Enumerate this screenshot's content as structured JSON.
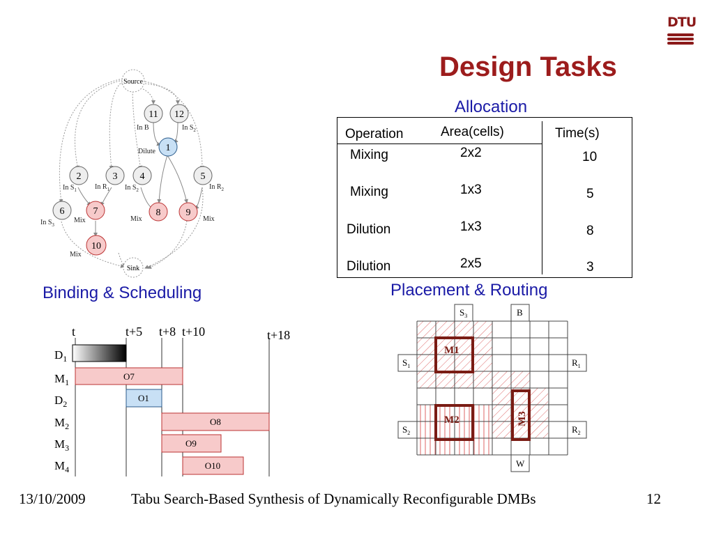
{
  "slide": {
    "title": "Design Tasks",
    "logo_text": "DTU"
  },
  "graph": {
    "nodes": [
      {
        "id": "Source",
        "label": "Source",
        "kind": "io"
      },
      {
        "id": "11",
        "label": "11",
        "kind": "input"
      },
      {
        "id": "12",
        "label": "12",
        "kind": "input"
      },
      {
        "id": "1",
        "label": "1",
        "kind": "dilute"
      },
      {
        "id": "2",
        "label": "2",
        "kind": "input"
      },
      {
        "id": "3",
        "label": "3",
        "kind": "input"
      },
      {
        "id": "4",
        "label": "4",
        "kind": "input"
      },
      {
        "id": "5",
        "label": "5",
        "kind": "input"
      },
      {
        "id": "6",
        "label": "6",
        "kind": "input"
      },
      {
        "id": "7",
        "label": "7",
        "kind": "mix"
      },
      {
        "id": "8",
        "label": "8",
        "kind": "mix"
      },
      {
        "id": "9",
        "label": "9",
        "kind": "mix"
      },
      {
        "id": "10",
        "label": "10",
        "kind": "mix"
      },
      {
        "id": "Sink",
        "label": "Sink",
        "kind": "io"
      }
    ],
    "labels": {
      "in_b": "In B",
      "in_s2_top": "In S",
      "in_s2_top_sub": "2",
      "dilute": "Dilute",
      "in_s1": "In S",
      "in_s1_sub": "1",
      "in_r1": "In R",
      "in_r1_sub": "1",
      "in_s2": "In S",
      "in_s2_sub": "2",
      "in_r2": "In R",
      "in_r2_sub": "2",
      "in_s3": "In S",
      "in_s3_sub": "3",
      "mix7": "Mix",
      "mix8": "Mix",
      "mix9": "Mix",
      "mix10": "Mix"
    }
  },
  "allocation": {
    "title": "Allocation",
    "headers": [
      "Operation",
      "Area(cells)",
      "Time(s)"
    ],
    "rows": [
      {
        "operation": "Mixing",
        "area": "2x2",
        "time": "10"
      },
      {
        "operation": "Mixing",
        "area": "1x3",
        "time": "5"
      },
      {
        "operation": "Dilution",
        "area": "1x3",
        "time": "8"
      },
      {
        "operation": "Dilution",
        "area": "2x5",
        "time": "3"
      }
    ]
  },
  "binding": {
    "title": "Binding & Scheduling",
    "time_labels": [
      "t",
      "t+5",
      "t+8",
      "t+10",
      "t+18"
    ],
    "resources": [
      {
        "name": "D",
        "sub": "1"
      },
      {
        "name": "M",
        "sub": "1"
      },
      {
        "name": "D",
        "sub": "2"
      },
      {
        "name": "M",
        "sub": "2"
      },
      {
        "name": "M",
        "sub": "3"
      },
      {
        "name": "M",
        "sub": "4"
      }
    ],
    "ops": [
      "O7",
      "O1",
      "O8",
      "O9",
      "O10"
    ]
  },
  "placement": {
    "title": "Placement & Routing",
    "ports": {
      "s3": "S",
      "s3_sub": "3",
      "b": "B",
      "s1": "S",
      "s1_sub": "1",
      "r1": "R",
      "r1_sub": "1",
      "s2": "S",
      "s2_sub": "2",
      "r2": "R",
      "r2_sub": "2",
      "w": "W"
    },
    "modules": [
      "M1",
      "M2",
      "M3"
    ]
  },
  "footer": {
    "date": "13/10/2009",
    "text": "Tabu Search-Based Synthesis of Dynamically Reconfigurable DMBs",
    "page": "12"
  },
  "colors": {
    "title_red": "#9c1c1c",
    "heading_blue": "#1a1aa6",
    "mix_fill": "#f7caca",
    "dilute_fill": "#c8e0f5",
    "module_border": "#7a1c14"
  }
}
